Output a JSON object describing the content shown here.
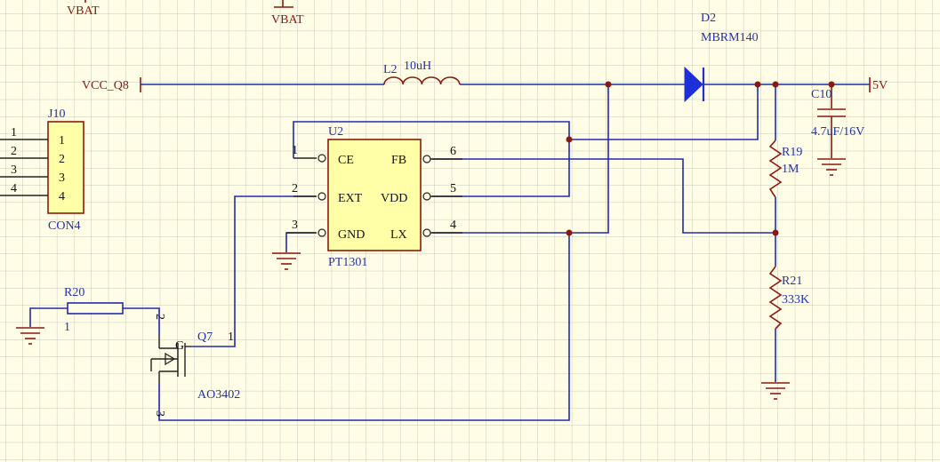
{
  "colors": {
    "background": "#fffde6",
    "grid": "#c9c9bf",
    "wire": "#1f2ea8",
    "label": "#2233aa",
    "component": "#8a1a10",
    "ic_fill": "#ffffa8",
    "diode_fill": "#1e2fd8"
  },
  "power": {
    "vbat_left": "VBAT",
    "vbat_mid": "VBAT",
    "vcc": "VCC_Q8",
    "out": "5V"
  },
  "components": {
    "inductor": {
      "ref": "L2",
      "value": "10uH"
    },
    "diode": {
      "ref": "D2",
      "value": "MBRM140"
    },
    "cap": {
      "ref": "C10",
      "value": "4.7uF/16V"
    },
    "r19": {
      "ref": "R19",
      "value": "1M"
    },
    "r21": {
      "ref": "R21",
      "value": "333K"
    },
    "r20": {
      "ref": "R20",
      "value": "1"
    },
    "q7": {
      "ref": "Q7",
      "value": "AO3402",
      "gate_label": "G",
      "pin_gate": "1",
      "pin_drain": "2",
      "pin_source": "3"
    },
    "u2": {
      "ref": "U2",
      "value": "PT1301",
      "pins": [
        {
          "num": "1",
          "name": "CE"
        },
        {
          "num": "2",
          "name": "EXT"
        },
        {
          "num": "3",
          "name": "GND"
        },
        {
          "num": "6",
          "name": "FB"
        },
        {
          "num": "5",
          "name": "VDD"
        },
        {
          "num": "4",
          "name": "LX"
        }
      ]
    },
    "j10": {
      "ref": "J10",
      "value": "CON4",
      "pins": [
        "1",
        "2",
        "3",
        "4"
      ],
      "wire_labels": [
        "1",
        "2",
        "3",
        "4"
      ]
    }
  }
}
